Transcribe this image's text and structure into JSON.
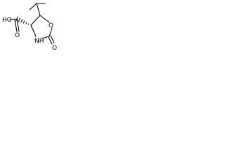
{
  "molecule": {
    "colors": {
      "bond": "#000000",
      "text": "#000000",
      "background": "#ffffff"
    },
    "atoms": {
      "ho": "HO",
      "o_ring": "O",
      "o_carbonyl": "O",
      "o_acid": "O",
      "nh": "NH"
    }
  }
}
